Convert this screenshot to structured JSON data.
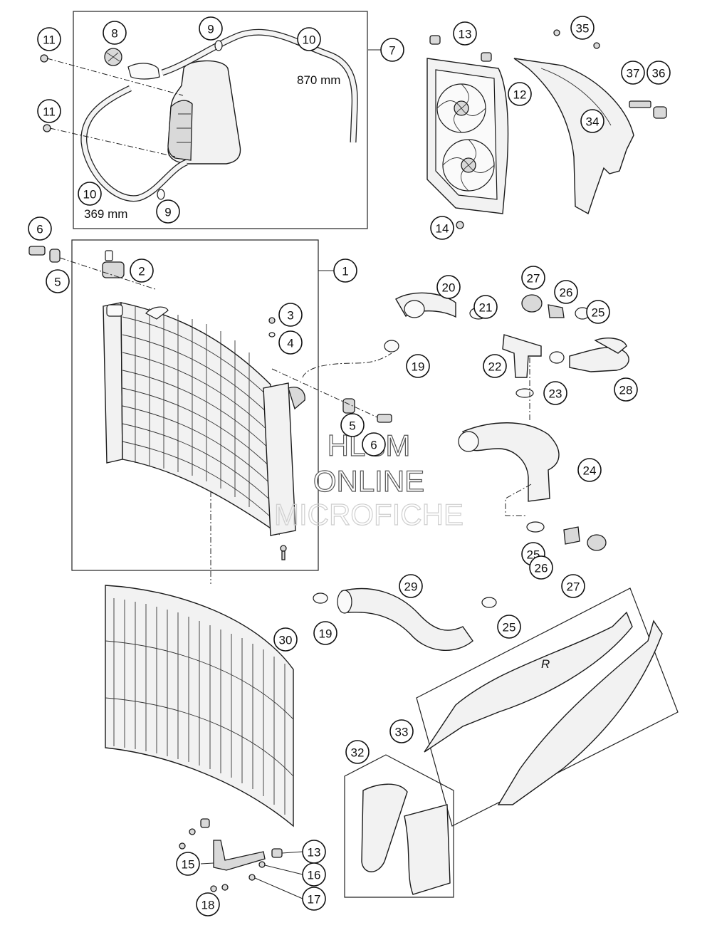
{
  "diagram": {
    "callouts": [
      {
        "id": "c-11a",
        "label": "11"
      },
      {
        "id": "c-8",
        "label": "8"
      },
      {
        "id": "c-9a",
        "label": "9"
      },
      {
        "id": "c-10a",
        "label": "10"
      },
      {
        "id": "c-7",
        "label": "7"
      },
      {
        "id": "c-11b",
        "label": "11"
      },
      {
        "id": "c-10b",
        "label": "10"
      },
      {
        "id": "c-9b",
        "label": "9"
      },
      {
        "id": "c-13a",
        "label": "13"
      },
      {
        "id": "c-12",
        "label": "12"
      },
      {
        "id": "c-14",
        "label": "14"
      },
      {
        "id": "c-35",
        "label": "35"
      },
      {
        "id": "c-37",
        "label": "37"
      },
      {
        "id": "c-36",
        "label": "36"
      },
      {
        "id": "c-34",
        "label": "34"
      },
      {
        "id": "c-6a",
        "label": "6"
      },
      {
        "id": "c-5a",
        "label": "5"
      },
      {
        "id": "c-2",
        "label": "2"
      },
      {
        "id": "c-1",
        "label": "1"
      },
      {
        "id": "c-3",
        "label": "3"
      },
      {
        "id": "c-4",
        "label": "4"
      },
      {
        "id": "c-19a",
        "label": "19"
      },
      {
        "id": "c-5b",
        "label": "5"
      },
      {
        "id": "c-6b",
        "label": "6"
      },
      {
        "id": "c-20",
        "label": "20"
      },
      {
        "id": "c-21",
        "label": "21"
      },
      {
        "id": "c-27a",
        "label": "27"
      },
      {
        "id": "c-26a",
        "label": "26"
      },
      {
        "id": "c-25a",
        "label": "25"
      },
      {
        "id": "c-22",
        "label": "22"
      },
      {
        "id": "c-23",
        "label": "23"
      },
      {
        "id": "c-28",
        "label": "28"
      },
      {
        "id": "c-24",
        "label": "24"
      },
      {
        "id": "c-25b",
        "label": "25"
      },
      {
        "id": "c-26b",
        "label": "26"
      },
      {
        "id": "c-27b",
        "label": "27"
      },
      {
        "id": "c-29",
        "label": "29"
      },
      {
        "id": "c-19b",
        "label": "19"
      },
      {
        "id": "c-25c",
        "label": "25"
      },
      {
        "id": "c-30",
        "label": "30"
      },
      {
        "id": "c-33",
        "label": "33"
      },
      {
        "id": "c-32",
        "label": "32"
      },
      {
        "id": "c-13b",
        "label": "13"
      },
      {
        "id": "c-15",
        "label": "15"
      },
      {
        "id": "c-16",
        "label": "16"
      },
      {
        "id": "c-17",
        "label": "17"
      },
      {
        "id": "c-18",
        "label": "18"
      }
    ],
    "dimensions": {
      "hose_long": "870 mm",
      "hose_short": "369 mm"
    },
    "watermark": {
      "line1": "HLSM",
      "line2": "ONLINE",
      "line3": "MICROFICHE"
    },
    "shroud_mark": "R"
  }
}
